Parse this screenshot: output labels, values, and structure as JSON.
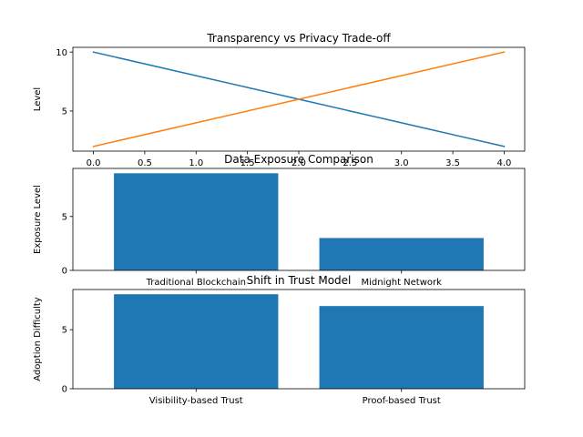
{
  "chart_data": [
    {
      "type": "line",
      "title": "Transparency vs Privacy Trade-off",
      "xlabel": "",
      "ylabel": "Level",
      "x": [
        0,
        1,
        2,
        3,
        4
      ],
      "series": [
        {
          "values": [
            10,
            8,
            6,
            4,
            2
          ],
          "color": "#1f77b4"
        },
        {
          "values": [
            2,
            4,
            6,
            8,
            10
          ],
          "color": "#ff7f0e"
        }
      ],
      "xlim": [
        -0.2,
        4.2
      ],
      "ylim": [
        1.6,
        10.4
      ],
      "xticks": [
        0,
        0.5,
        1,
        1.5,
        2,
        2.5,
        3,
        3.5,
        4
      ],
      "xtick_labels": [
        "0.0",
        "0.5",
        "1.0",
        "1.5",
        "2.0",
        "2.5",
        "3.0",
        "3.5",
        "4.0"
      ],
      "yticks": [
        5,
        10
      ],
      "ytick_labels": [
        "5",
        "10"
      ],
      "grid": false
    },
    {
      "type": "bar",
      "title": "Data Exposure Comparison",
      "xlabel": "",
      "ylabel": "Exposure Level",
      "categories": [
        "Traditional Blockchain",
        "Midnight Network"
      ],
      "values": [
        9,
        3
      ],
      "color": "#1f77b4",
      "ylim": [
        0,
        9.45
      ],
      "yticks": [
        0,
        5
      ],
      "ytick_labels": [
        "0",
        "5"
      ],
      "grid": false
    },
    {
      "type": "bar",
      "title": "Shift in Trust Model",
      "xlabel": "",
      "ylabel": "Adoption Difficulty",
      "categories": [
        "Visibility-based Trust",
        "Proof-based Trust"
      ],
      "values": [
        8,
        7
      ],
      "color": "#1f77b4",
      "ylim": [
        0,
        8.4
      ],
      "yticks": [
        0,
        5
      ],
      "ytick_labels": [
        "0",
        "5"
      ],
      "grid": false
    }
  ]
}
